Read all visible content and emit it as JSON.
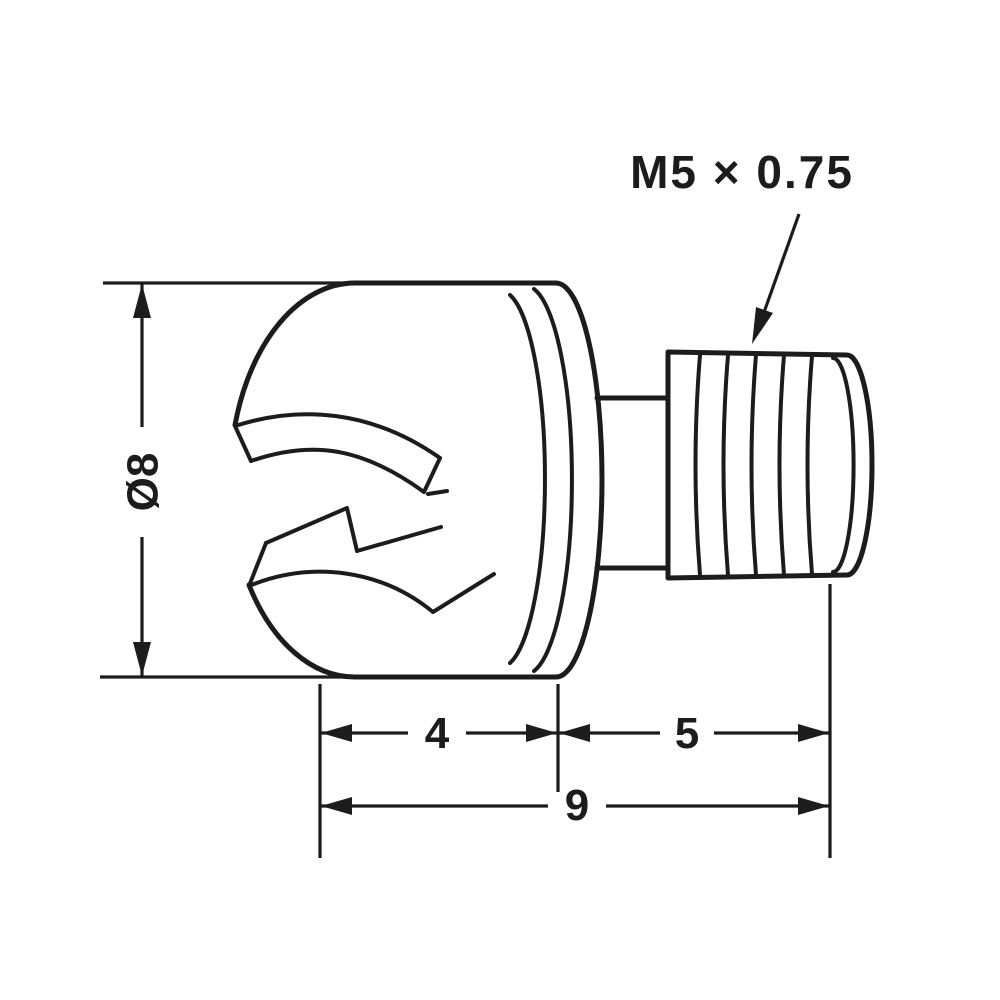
{
  "drawing": {
    "callout": {
      "thread_spec": "M5 × 0.75"
    },
    "dimensions": {
      "diameter": "Ø8",
      "head_length": "4",
      "thread_length": "5",
      "overall_length": "9"
    },
    "colors": {
      "ink": "#1c1c1c",
      "background": "#ffffff"
    }
  }
}
